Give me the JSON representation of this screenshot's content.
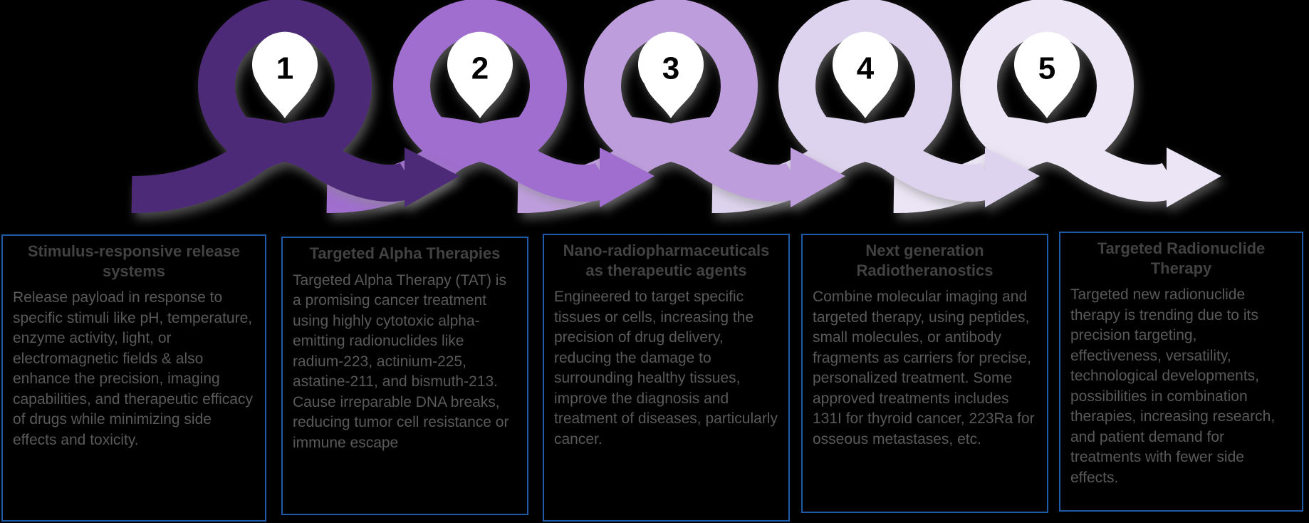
{
  "background_color": "#000000",
  "ribbon": {
    "pin_fill": "#FFFFFF",
    "number_color": "#000000",
    "steps": [
      {
        "number": "1",
        "color": "#4D2B77"
      },
      {
        "number": "2",
        "color": "#9F6ECE"
      },
      {
        "number": "3",
        "color": "#BE9DDD"
      },
      {
        "number": "4",
        "color": "#DDD3EE"
      },
      {
        "number": "5",
        "color": "#EBE5F5"
      }
    ]
  },
  "card_style": {
    "border_color": "#1E5AA8",
    "title_color": "#424242",
    "body_color": "#595959"
  },
  "cards": [
    {
      "title": "Stimulus-responsive release systems",
      "body": "Release payload in response to specific stimuli like pH, temperature, enzyme activity, light, or electromagnetic fields & also enhance the precision, imaging capabilities, and therapeutic efficacy of drugs while minimizing side effects and toxicity."
    },
    {
      "title": "Targeted Alpha Therapies",
      "body": "Targeted Alpha Therapy (TAT) is a promising cancer treatment using highly cytotoxic alpha-emitting radionuclides like radium-223, actinium-225, astatine-211, and bismuth-213. Cause irreparable DNA breaks, reducing tumor cell resistance or immune escape"
    },
    {
      "title": "Nano-radiopharmaceuticals as therapeutic agents",
      "body": "Engineered to target specific tissues or cells, increasing the precision of drug delivery, reducing the damage to surrounding healthy tissues, improve the diagnosis and treatment of diseases, particularly cancer."
    },
    {
      "title": "Next generation Radiotheranostics",
      "body": "Combine molecular imaging and targeted therapy, using peptides, small molecules, or antibody fragments as carriers for precise, personalized treatment. Some approved treatments includes 131I for thyroid cancer, 223Ra for osseous metastases, etc."
    },
    {
      "title": "Targeted Radionuclide Therapy",
      "body": "Targeted new radionuclide therapy is trending due to its precision targeting, effectiveness, versatility, technological developments, possibilities in combination therapies, increasing research, and patient demand for treatments with fewer side effects."
    }
  ]
}
